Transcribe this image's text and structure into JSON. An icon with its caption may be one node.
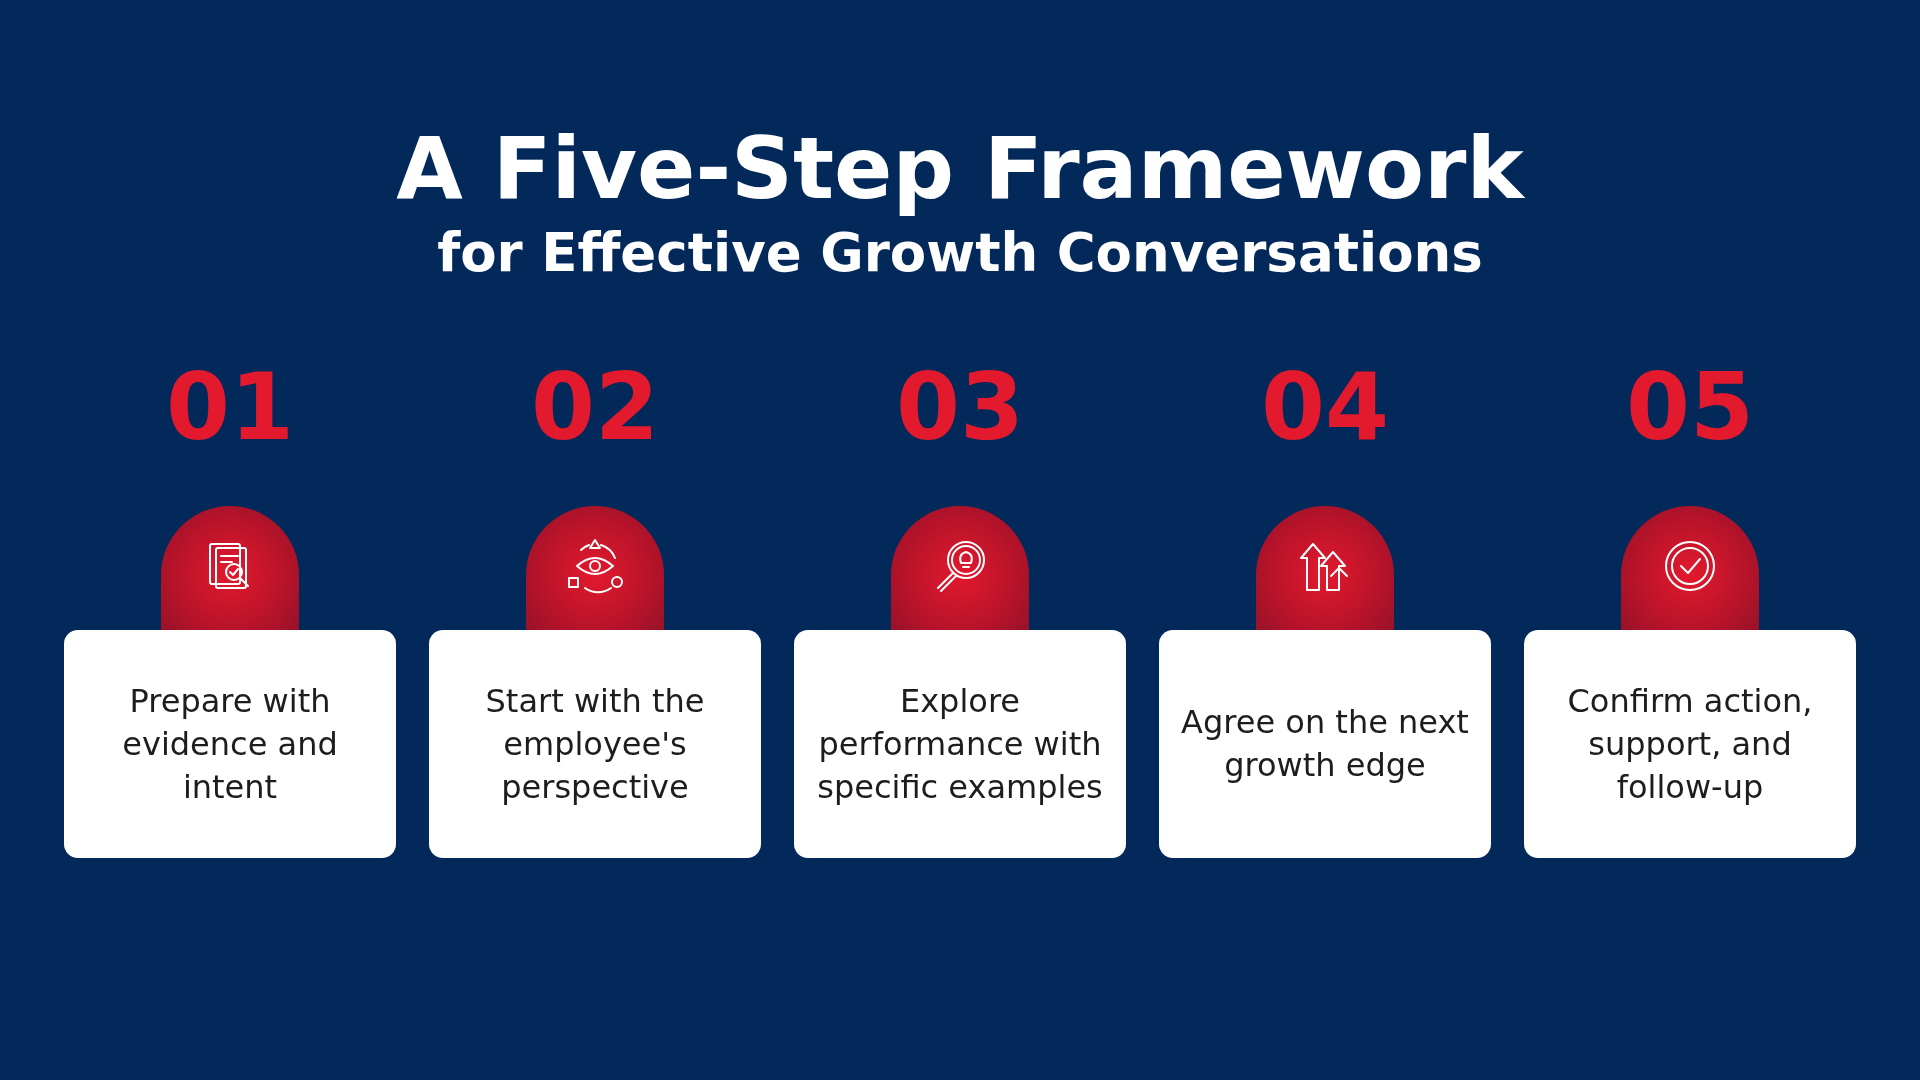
{
  "diagram": {
    "title": "A Five-Step Framework for Effective Growth Conversations",
    "nodes": [
      {
        "text": [
          "01",
          "Prepare with evidence and intent"
        ]
      },
      {
        "text": [
          "02",
          "Start with the employee's perspective"
        ]
      },
      {
        "text": [
          "03",
          "Explore performance with specific examples"
        ]
      },
      {
        "text": [
          "04",
          "Agree on the next growth edge"
        ]
      },
      {
        "text": [
          "05",
          "Confirm action, support, and follow-up"
        ]
      }
    ],
    "edges": []
  }
}
